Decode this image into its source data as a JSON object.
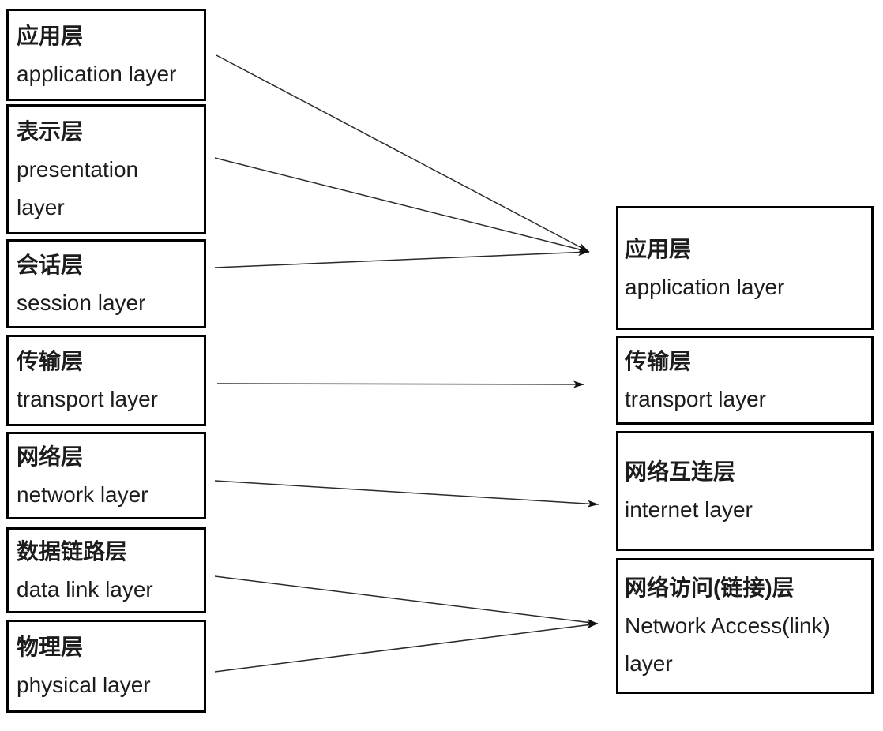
{
  "diagram": {
    "title_implicit": "OSI 7-layer model mapped to TCP/IP 4-layer model",
    "osi_layers": [
      {
        "zh": "应用层",
        "en": "application layer"
      },
      {
        "zh": "表示层",
        "en": "presentation layer"
      },
      {
        "zh": "会话层",
        "en": "session layer"
      },
      {
        "zh": "传输层",
        "en": "transport layer"
      },
      {
        "zh": "网络层",
        "en": "network layer"
      },
      {
        "zh": "数据链路层",
        "en": "data link layer"
      },
      {
        "zh": "物理层",
        "en": "physical layer"
      }
    ],
    "tcpip_layers": [
      {
        "zh": "应用层",
        "en": "application layer"
      },
      {
        "zh": "传输层",
        "en": "transport layer"
      },
      {
        "zh": "网络互连层",
        "en": "internet layer"
      },
      {
        "zh": "网络访问(链接)层",
        "en": "Network Access(link) layer"
      }
    ],
    "connections": [
      {
        "from_osi": 0,
        "to_tcpip": 0
      },
      {
        "from_osi": 1,
        "to_tcpip": 0
      },
      {
        "from_osi": 2,
        "to_tcpip": 0
      },
      {
        "from_osi": 3,
        "to_tcpip": 1
      },
      {
        "from_osi": 4,
        "to_tcpip": 2
      },
      {
        "from_osi": 5,
        "to_tcpip": 3
      },
      {
        "from_osi": 6,
        "to_tcpip": 3
      }
    ],
    "colors": {
      "background": "#ffffff",
      "box_border": "#000000",
      "text": "#1c1c1c",
      "arrow": "#2b2b2b"
    }
  }
}
